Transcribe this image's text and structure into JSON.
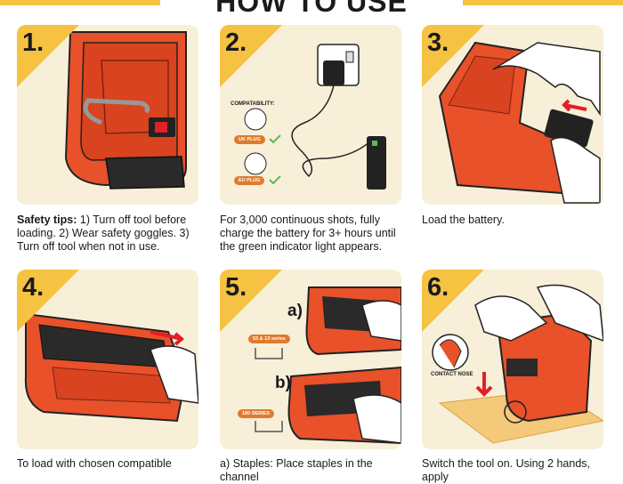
{
  "title": "HOW TO USE",
  "colors": {
    "accent": "#f5c242",
    "tool": "#e8512a",
    "panel_bg": "#f8efd8",
    "green": "#5cb85c"
  },
  "steps": [
    {
      "num": "1.",
      "caption_bold": "Safety tips:",
      "caption": " 1) Turn off tool before loading. 2) Wear safety goggles. 3) Turn off tool when not in use."
    },
    {
      "num": "2.",
      "caption": "For 3,000 continuous shots, fully charge the battery for 3+ hours until the green indicator light appears.",
      "compat_label": "COMPATABILITY:",
      "uk_plug": "UK PLUG",
      "eu_plug": "EU PLUG"
    },
    {
      "num": "3.",
      "caption": "Load the battery."
    },
    {
      "num": "4.",
      "caption": "To load with chosen compatible"
    },
    {
      "num": "5.",
      "caption": "a) Staples: Place staples in the channel",
      "label_a": "a)",
      "label_b": "b)",
      "series_a": "53 & 13 series",
      "series_b": "180 SERIES"
    },
    {
      "num": "6.",
      "caption": "Switch the tool on. Using 2 hands, apply",
      "contact_nose": "CONTACT NOSE"
    }
  ]
}
